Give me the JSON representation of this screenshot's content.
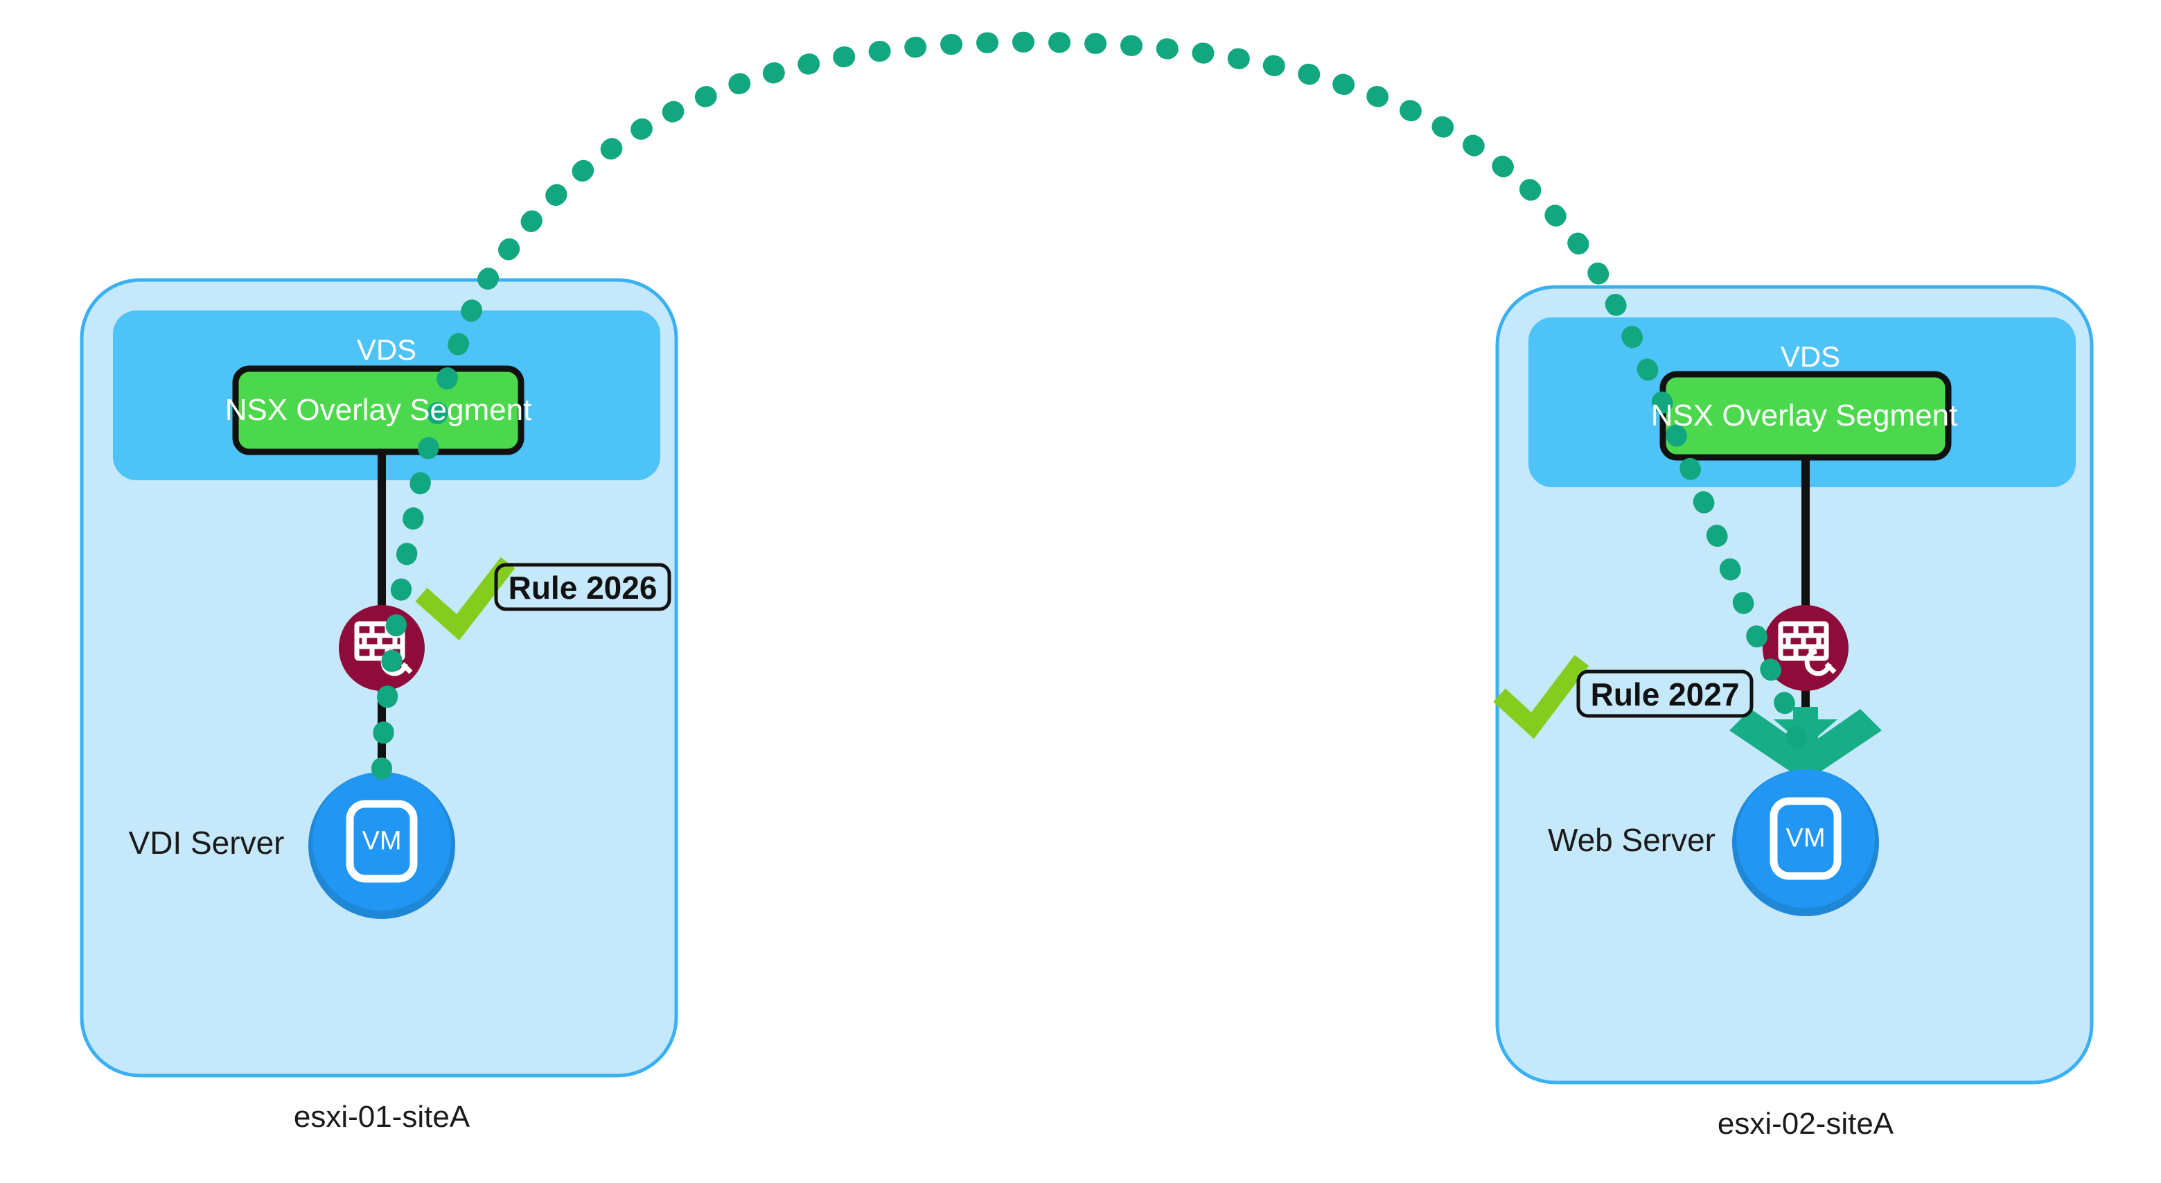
{
  "diagram": {
    "title": "NSX Distributed Firewall east-west traffic between two ESXi hosts",
    "background_color": "#ffffff",
    "colors": {
      "host_fill": "#c6e8fb",
      "host_border": "#3ab0f0",
      "vds_fill": "#4dc3f7",
      "segment_fill": "#4cd84c",
      "segment_border": "#111111",
      "firewall_circle": "#8e0b3a",
      "firewall_glyph": "#ffffff",
      "vm_circle": "#2196f3",
      "vm_circle_ring": "#1e88d6",
      "vm_inner_border": "#ffffff",
      "traffic_dots": "#12a77f",
      "arrow_green": "#17ad86",
      "check_green": "#84cc1e",
      "link_line": "#111111",
      "rule_box_border": "#111111",
      "rule_box_fill": "#ffffff"
    }
  },
  "hosts": [
    {
      "id": "host-left",
      "name": "esxi-01-siteA",
      "vds": {
        "label": "VDS"
      },
      "segment": {
        "label": "NSX Overlay Segment"
      },
      "firewall": {
        "icon": "firewall-brick-icon"
      },
      "vm": {
        "label": "VM",
        "server_name": "VDI Server"
      },
      "rule": {
        "label": "Rule 2026",
        "status_icon": "green-check-icon"
      }
    },
    {
      "id": "host-right",
      "name": "esxi-02-siteA",
      "vds": {
        "label": "VDS"
      },
      "segment": {
        "label": "NSX Overlay Segment"
      },
      "firewall": {
        "icon": "firewall-brick-icon"
      },
      "vm": {
        "label": "VM",
        "server_name": "Web Server"
      },
      "rule": {
        "label": "Rule 2027",
        "status_icon": "green-check-icon"
      }
    }
  ],
  "traffic_flow": {
    "style": "dotted",
    "direction": "left-to-right",
    "source": "VDI Server",
    "destination": "Web Server",
    "arrowhead_icon": "down-arrow-icon"
  }
}
